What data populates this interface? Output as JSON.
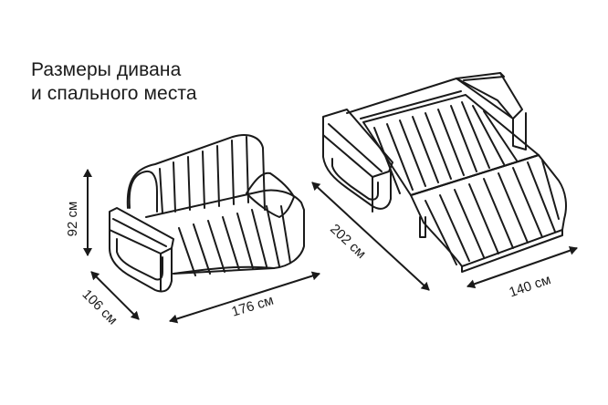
{
  "title": {
    "line1": "Размеры дивана",
    "line2": "и спального места"
  },
  "dimensions": {
    "height": "92 см",
    "depth": "106 см",
    "width": "176 см",
    "bed_length": "202 см",
    "bed_width": "140 см"
  },
  "colors": {
    "line": "#1a1a1a",
    "background": "#ffffff"
  }
}
